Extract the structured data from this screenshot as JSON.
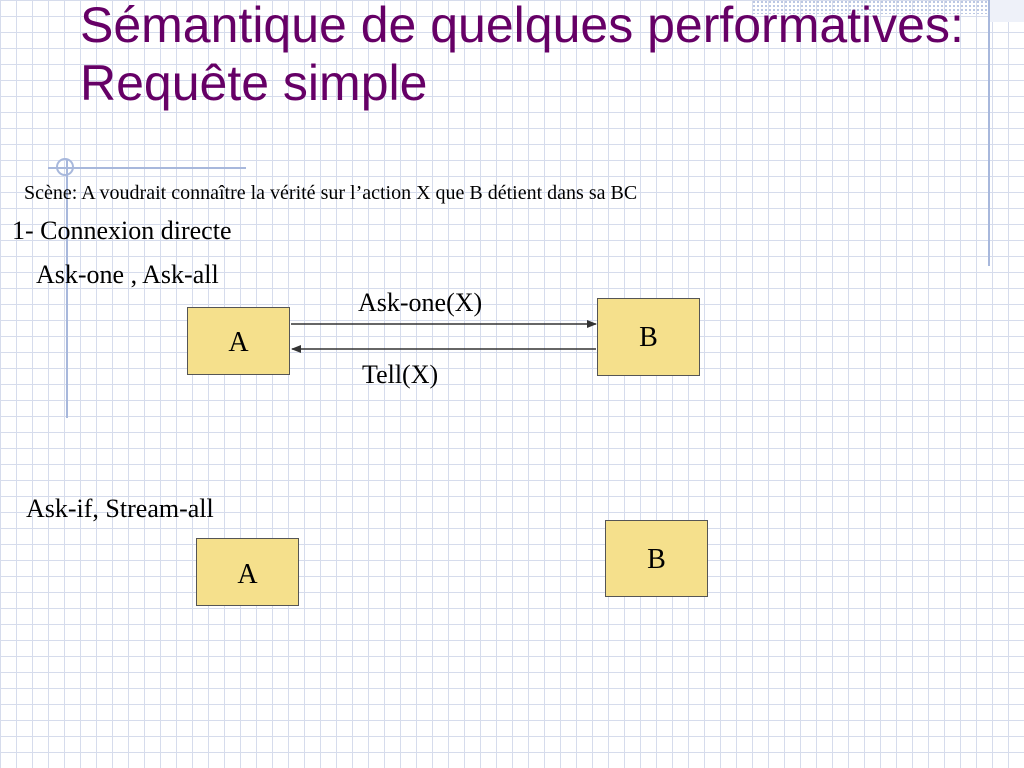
{
  "slide": {
    "title": "Sémantique de quelques performatives: Requête simple",
    "scene": "Scène: A voudrait connaître la vérité sur l’action X que B détient dans sa BC",
    "section1": "1- Connexion directe",
    "group1_label": "Ask-one , Ask-all",
    "group2_label": "Ask-if, Stream-all"
  },
  "diagram1": {
    "box_a": "A",
    "box_b": "B",
    "message_forward": "Ask-one(X)",
    "message_back": "Tell(X)"
  },
  "diagram2": {
    "box_a": "A",
    "box_b": "B"
  },
  "colors": {
    "title": "#660066",
    "box_fill": "#f5e08c",
    "grid": "#d6dcec",
    "decoration": "#a8b8dc"
  }
}
